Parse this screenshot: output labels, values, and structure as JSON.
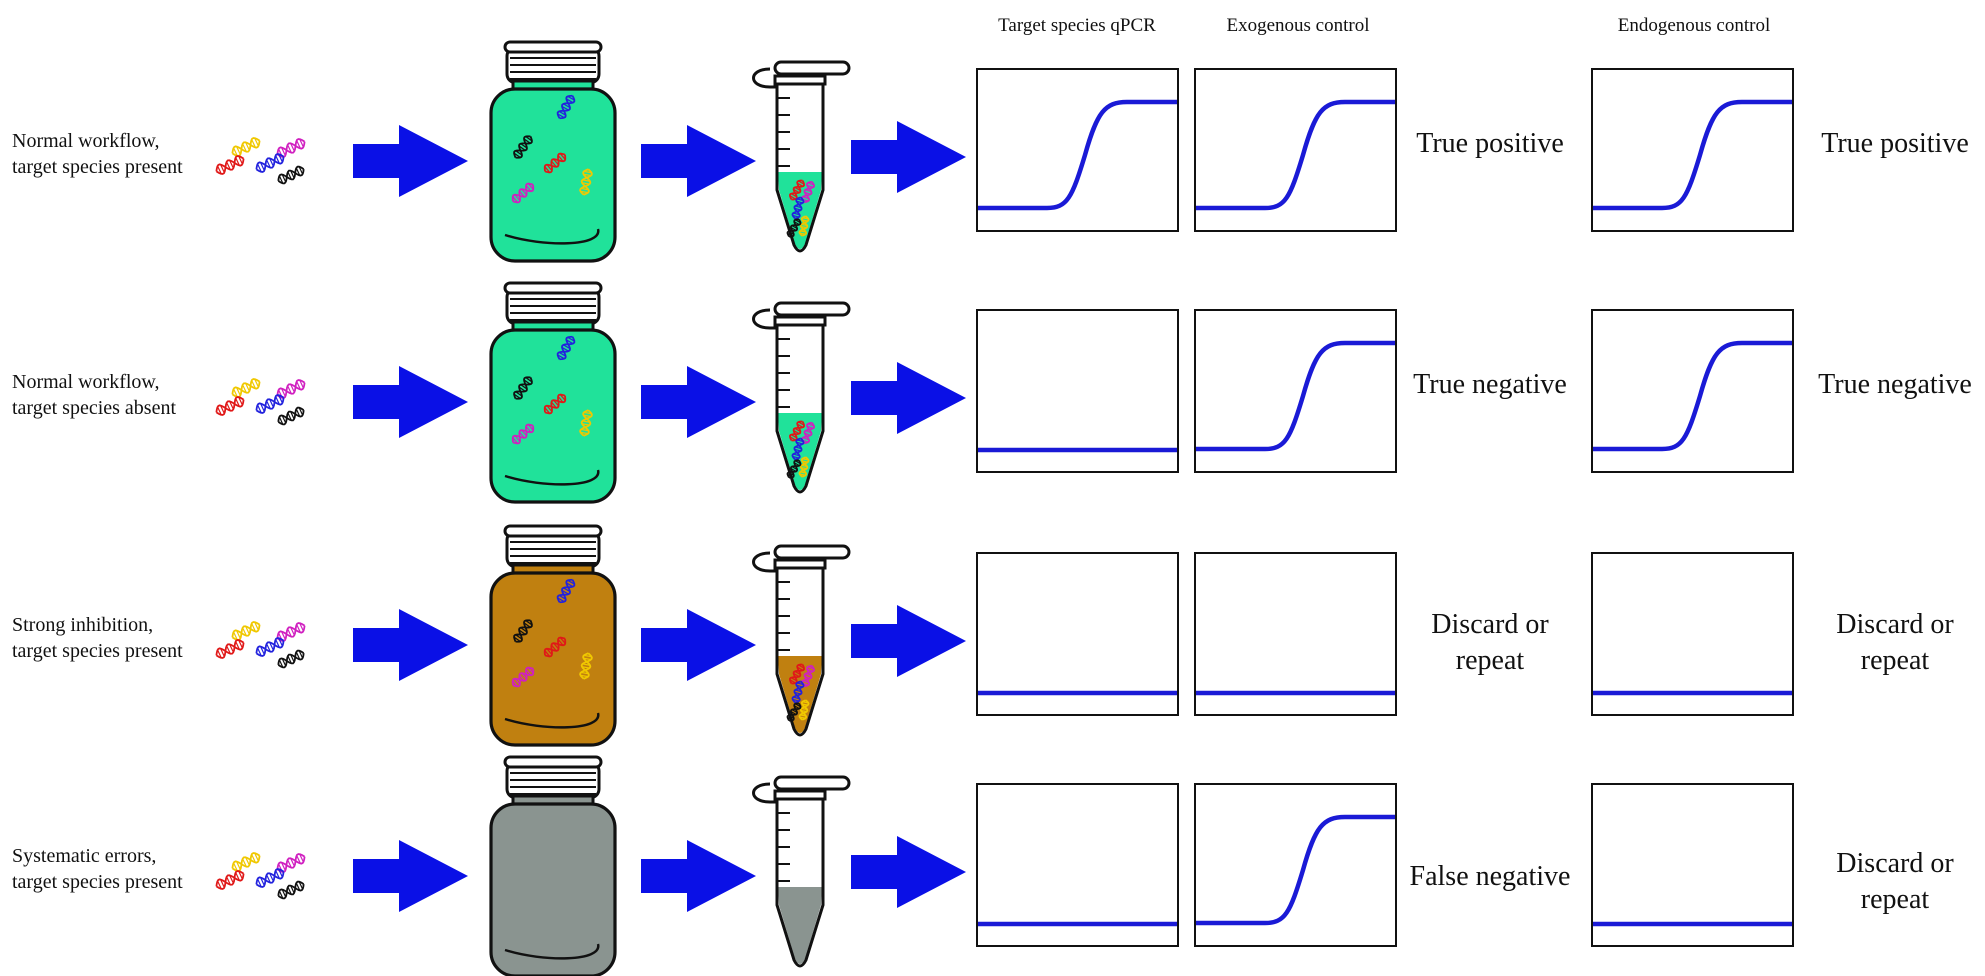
{
  "headers": {
    "target": "Target species qPCR",
    "exogenous": "Exogenous control",
    "endogenous": "Endogenous control"
  },
  "colors": {
    "arrow": "#0a10e6",
    "curve": "#1a1ad6",
    "false_negative": "#e8101e",
    "jar_clean": "#20e29a",
    "jar_inhibited": "#c08010",
    "jar_error": "#8a9490"
  },
  "rows": [
    {
      "label": [
        "Normal workflow,",
        "target species present"
      ],
      "jar_color": "#20e29a",
      "tube_color": "#20e29a",
      "dna_in_jar": true,
      "curves": {
        "target": "amplified",
        "exogenous": "amplified",
        "endogenous": "amplified"
      },
      "result_exogenous": [
        "True positive"
      ],
      "result_endogenous": [
        "True positive"
      ],
      "result_exogenous_highlight": false
    },
    {
      "label": [
        "Normal workflow,",
        "target species absent"
      ],
      "jar_color": "#20e29a",
      "tube_color": "#20e29a",
      "dna_in_jar": true,
      "curves": {
        "target": "flat",
        "exogenous": "amplified",
        "endogenous": "amplified"
      },
      "result_exogenous": [
        "True negative"
      ],
      "result_endogenous": [
        "True negative"
      ],
      "result_exogenous_highlight": false
    },
    {
      "label": [
        "Strong inhibition,",
        "target species present"
      ],
      "jar_color": "#c08010",
      "tube_color": "#c08010",
      "dna_in_jar": true,
      "curves": {
        "target": "flat",
        "exogenous": "flat",
        "endogenous": "flat"
      },
      "result_exogenous": [
        "Discard or",
        "repeat"
      ],
      "result_endogenous": [
        "Discard or",
        "repeat"
      ],
      "result_exogenous_highlight": false
    },
    {
      "label": [
        "Systematic errors,",
        "target species present"
      ],
      "jar_color": "#8a9490",
      "tube_color": "#8a9490",
      "dna_in_jar": false,
      "curves": {
        "target": "flat",
        "exogenous": "amplified",
        "endogenous": "flat"
      },
      "result_exogenous": [
        "False negative"
      ],
      "result_endogenous": [
        "Discard or",
        "repeat"
      ],
      "result_exogenous_highlight": true
    }
  ]
}
